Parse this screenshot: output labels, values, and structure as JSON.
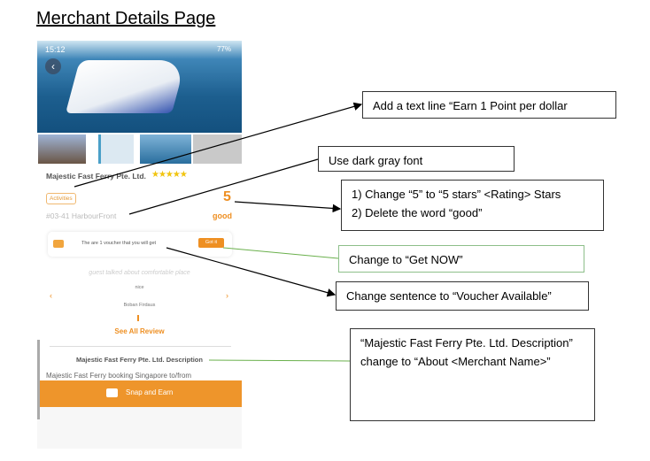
{
  "page_title": "Merchant Details Page",
  "phone": {
    "status_time": "15:12",
    "status_battery": "77%",
    "merchant_name": "Majestic Fast Ferry Pte. Ltd.",
    "stars": "★★★★★",
    "rating_value": 5,
    "category_tag": "Activities",
    "address": "#03-41 HarbourFront",
    "rating_number": "5",
    "rating_word": "good",
    "voucher_text": "The are 1 voucher that you will get",
    "voucher_button": "Got it",
    "review_title": "guest talked about comfortable place",
    "review_text": "nice",
    "reviewer": "Boban Firdaus",
    "prev_arrow": "‹",
    "next_arrow": "›",
    "see_all": "See All Review",
    "description_title": "Majestic Fast Ferry Pte. Ltd. Description",
    "description_body": "Majestic Fast Ferry booking Singapore to/from",
    "snap_button": "Snap and Earn",
    "accent_color": "#ee8f22"
  },
  "annotations": [
    {
      "text": "Add a text line “Earn 1 Point per dollar"
    },
    {
      "text": "Use dark gray font"
    },
    {
      "line1": "1) Change “5” to “5 stars” <Rating> Stars",
      "line2": "2) Delete the word “good”"
    },
    {
      "text": "Change to “Get NOW”"
    },
    {
      "text": "Change sentence to “Voucher Available”"
    },
    {
      "text": "“Majestic Fast Ferry Pte. Ltd. Description” change to “About <Merchant Name>”"
    }
  ]
}
